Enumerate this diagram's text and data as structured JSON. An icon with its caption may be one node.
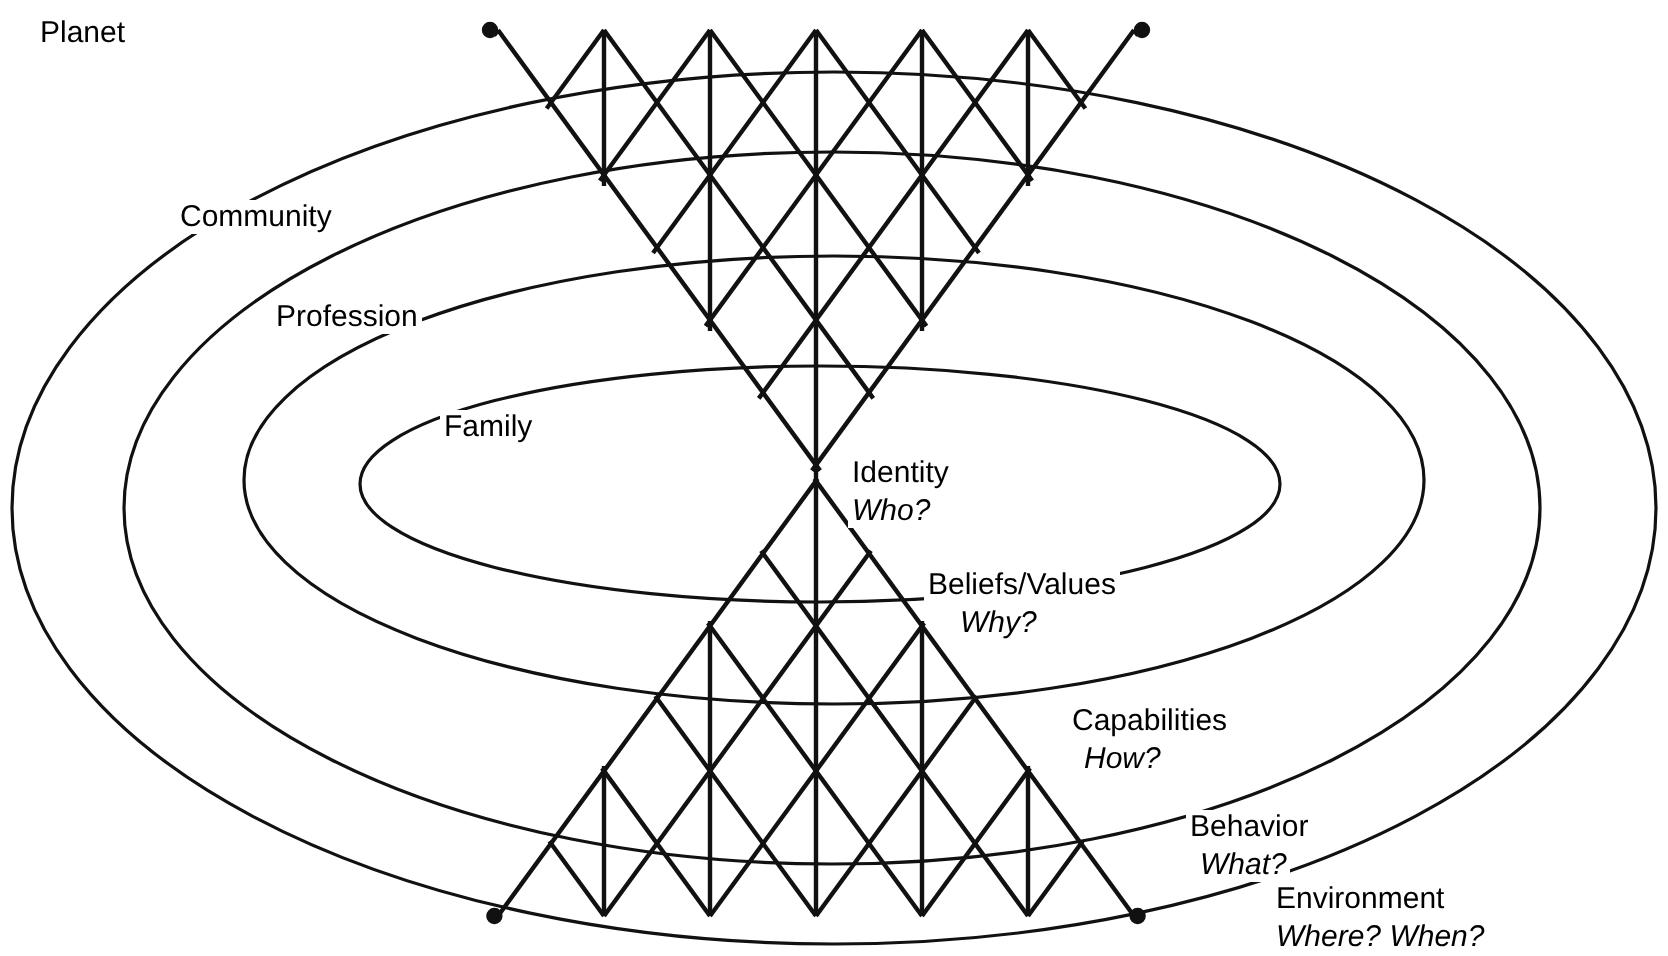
{
  "diagram": {
    "nodes": [
      {
        "text": [
          "Planet"
        ]
      },
      {
        "text": [
          "Community"
        ],
        "in": 0
      },
      {
        "text": [
          "Profession"
        ],
        "in": 1
      },
      {
        "text": [
          "Family"
        ],
        "in": 2
      }
    ],
    "labels": [
      "Identity",
      "Who?",
      "Beliefs/Values",
      "Why?",
      "Capabilities",
      "How?",
      "Behavior",
      "What?",
      "Environment",
      "Where? When?"
    ]
  }
}
